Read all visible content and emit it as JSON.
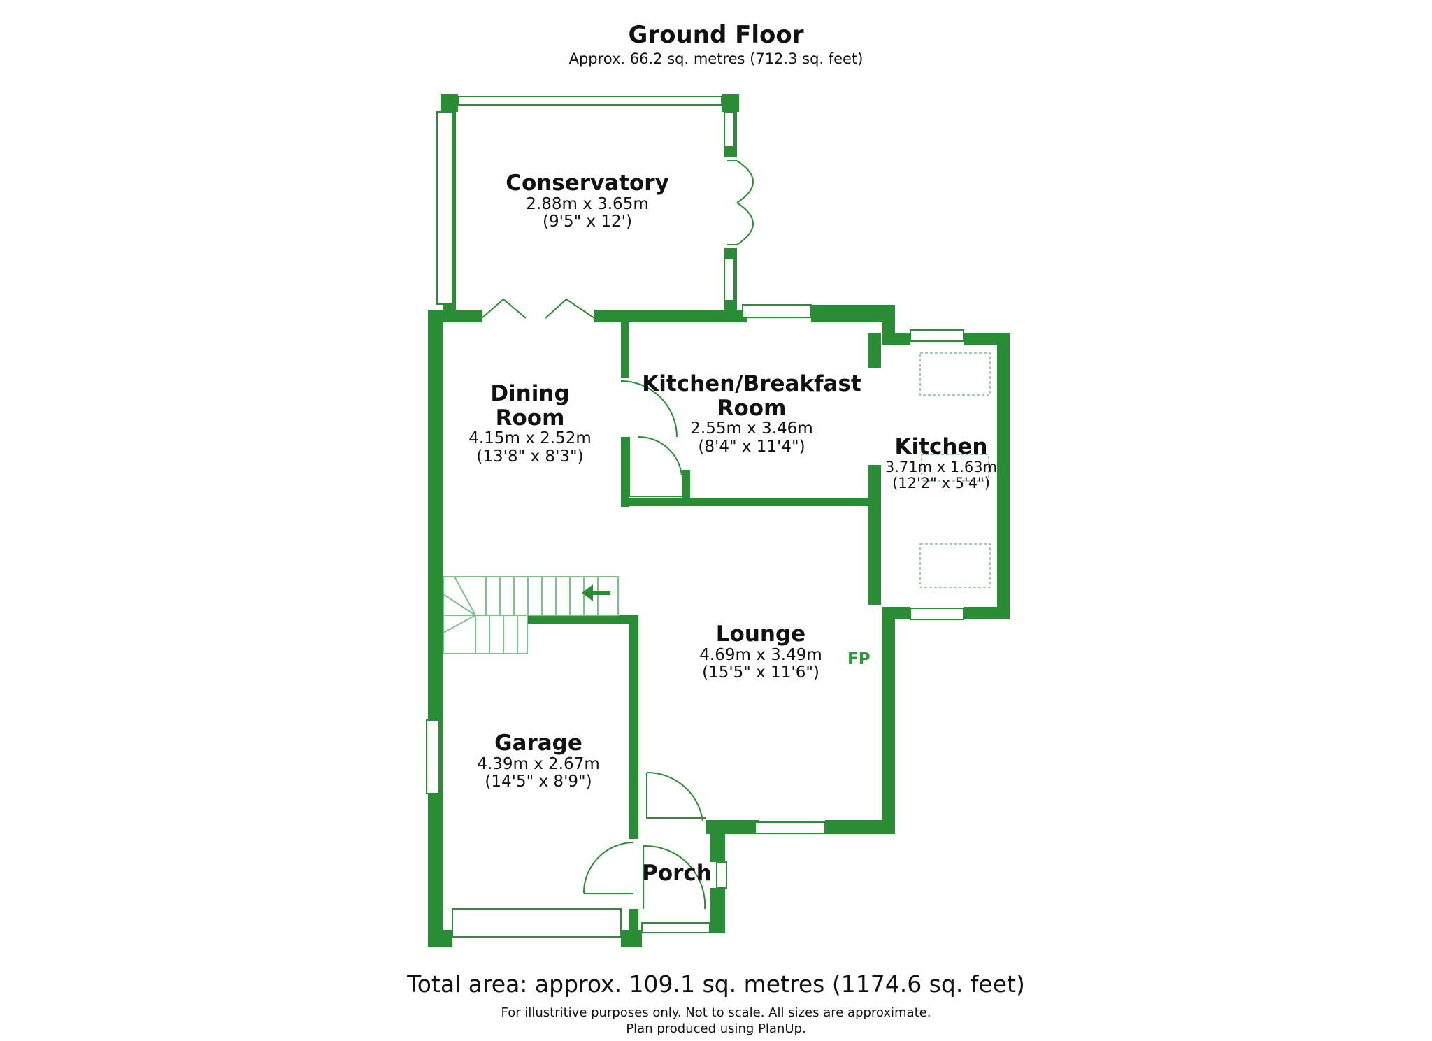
{
  "header": {
    "title": "Ground Floor",
    "area": "Approx. 66.2 sq. metres (712.3 sq. feet)"
  },
  "rooms": {
    "conservatory": {
      "name": "Conservatory",
      "metric": "2.88m x 3.65m",
      "imperial": "(9'5\" x 12')"
    },
    "dining": {
      "name_line1": "Dining",
      "name_line2": "Room",
      "metric": "4.15m x 2.52m",
      "imperial": "(13'8\" x 8'3\")"
    },
    "kitchen_breakfast": {
      "name_line1": "Kitchen/Breakfast",
      "name_line2": "Room",
      "metric": "2.55m x 3.46m",
      "imperial": "(8'4\" x 11'4\")"
    },
    "kitchen": {
      "name": "Kitchen",
      "metric": "3.71m x 1.63m",
      "imperial": "(12'2\" x 5'4\")"
    },
    "lounge": {
      "name": "Lounge",
      "metric": "4.69m x 3.49m",
      "imperial": "(15'5\" x 11'6\")"
    },
    "garage": {
      "name": "Garage",
      "metric": "4.39m x 2.67m",
      "imperial": "(14'5\" x 8'9\")"
    },
    "porch": {
      "name": "Porch"
    }
  },
  "fireplace_label": "FP",
  "footer": {
    "total": "Total area: approx. 109.1 sq. metres (1174.6 sq. feet)",
    "disclaimer": "For illustritive purposes only.  Not to scale.  All sizes are approximate.",
    "produced": "Plan produced using PlanUp."
  },
  "colors": {
    "wall": "#2a8c34",
    "fp_text": "#2e9a3a",
    "window": "#ffffff",
    "fixture": "#7fc089"
  }
}
